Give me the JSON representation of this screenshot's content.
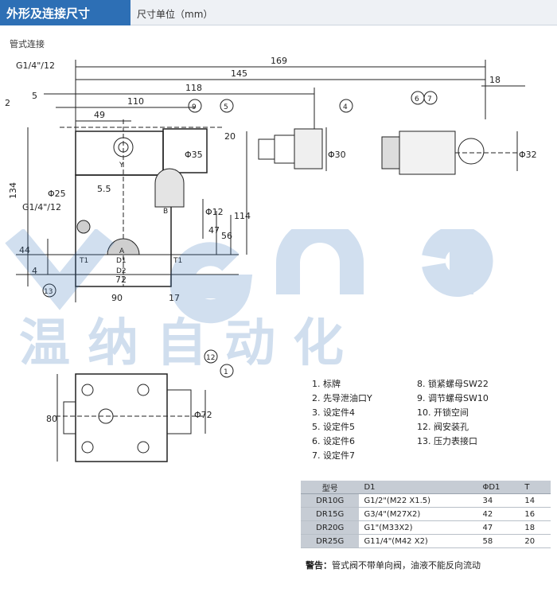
{
  "header": {
    "title": "外形及连接尺寸",
    "subtitle": "尺寸单位（mm）"
  },
  "section_label": "管式连接",
  "watermark": {
    "logo": "vena",
    "text": "温纳自动化"
  },
  "dims": {
    "d169": "169",
    "d145": "145",
    "d118": "118",
    "d110": "110",
    "d49": "49",
    "d2": "2",
    "d5": "5",
    "d18": "18",
    "d134": "134",
    "d20": "20",
    "d35": "Φ35",
    "d30": "Φ30",
    "d32": "Φ32",
    "d25": "Φ25",
    "d55": "5.5",
    "d12": "Φ12",
    "d47": "47",
    "d56": "56",
    "d114": "114",
    "d44": "44",
    "d4": "4",
    "d72": "72",
    "d90": "90",
    "d17": "17",
    "d80": "80",
    "d72c": "Φ72",
    "g1": "G1/4\"/12",
    "g2": "G1/4\"/12",
    "c9": "9",
    "c5": "5",
    "c4": "4",
    "c6": "6",
    "c7": "7",
    "c13": "13",
    "c12": "12",
    "c1": "1",
    "lblD1": "D1",
    "lblD2": "D2",
    "lblT1": "T1",
    "lblY": "Y",
    "lblA": "A",
    "lblB": "B",
    "lblT1b": "T1"
  },
  "parts_left": [
    "1.  标牌",
    "2.  先导泄油口Y",
    "3.  设定件4",
    "5.  设定件5",
    "6.  设定件6",
    "7.  设定件7"
  ],
  "parts_right": [
    "8.  锁紧螺母SW22",
    "9.  调节螺母SW10",
    "10.  开锁空间",
    "12.  阀安装孔",
    "13.  压力表接口"
  ],
  "table": {
    "headers": [
      "型号",
      "D1",
      "ΦD1",
      "T"
    ],
    "rows": [
      [
        "DR10G",
        "G1/2\"(M22 X1.5)",
        "34",
        "14"
      ],
      [
        "DR15G",
        "G3/4\"(M27X2)",
        "42",
        "16"
      ],
      [
        "DR20G",
        "G1\"(M33X2)",
        "47",
        "18"
      ],
      [
        "DR25G",
        "G11/4\"(M42 X2)",
        "58",
        "20"
      ]
    ]
  },
  "warning": {
    "label": "警告：",
    "text": "管式阀不带单向阀，油液不能反向流动"
  },
  "colors": {
    "header_blue": "#2d6fb5",
    "watermark_blue": "#2d6fb5",
    "table_gray": "#c6ccd4"
  }
}
